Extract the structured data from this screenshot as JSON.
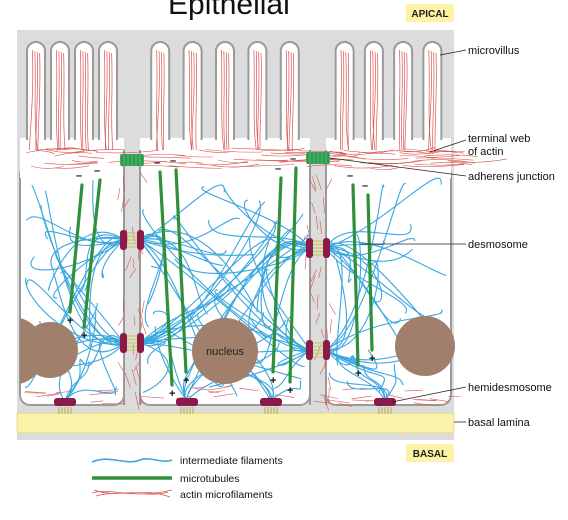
{
  "title": "Epithelial",
  "tags": {
    "apical": "APICAL",
    "basal": "BASAL"
  },
  "labels": {
    "microvillus": "microvillus",
    "terminal_web_line1": "terminal web",
    "terminal_web_line2": "of actin",
    "adherens_junction": "adherens junction",
    "desmosome": "desmosome",
    "hemidesmosome": "hemidesmosome",
    "basal_lamina": "basal lamina"
  },
  "nucleus_label": "nucleus",
  "legend": [
    {
      "label": "intermediate filaments",
      "color": "#3aa7df",
      "icon": "wavy-blue-line"
    },
    {
      "label": "microtubules",
      "color": "#2f8f3a",
      "icon": "thick-green-line"
    },
    {
      "label": "actin microfilaments",
      "color": "#d9534f",
      "icon": "tangled-red-lines"
    }
  ],
  "colors": {
    "membrane": "#9a9a9a",
    "cell_fill": "#ffffff",
    "background": "#dcdcdc",
    "tag_bg": "#fdf2a6",
    "basal_lamina": "#fbf1a8",
    "actin": "#d9534f",
    "intermediate": "#3aa7df",
    "microtubule": "#2f8f3a",
    "desmosome": "#8b1a4b",
    "adherens": "#3fae62",
    "nucleus": "#a0806c"
  },
  "minus_sign": "–",
  "plus_sign": "+"
}
